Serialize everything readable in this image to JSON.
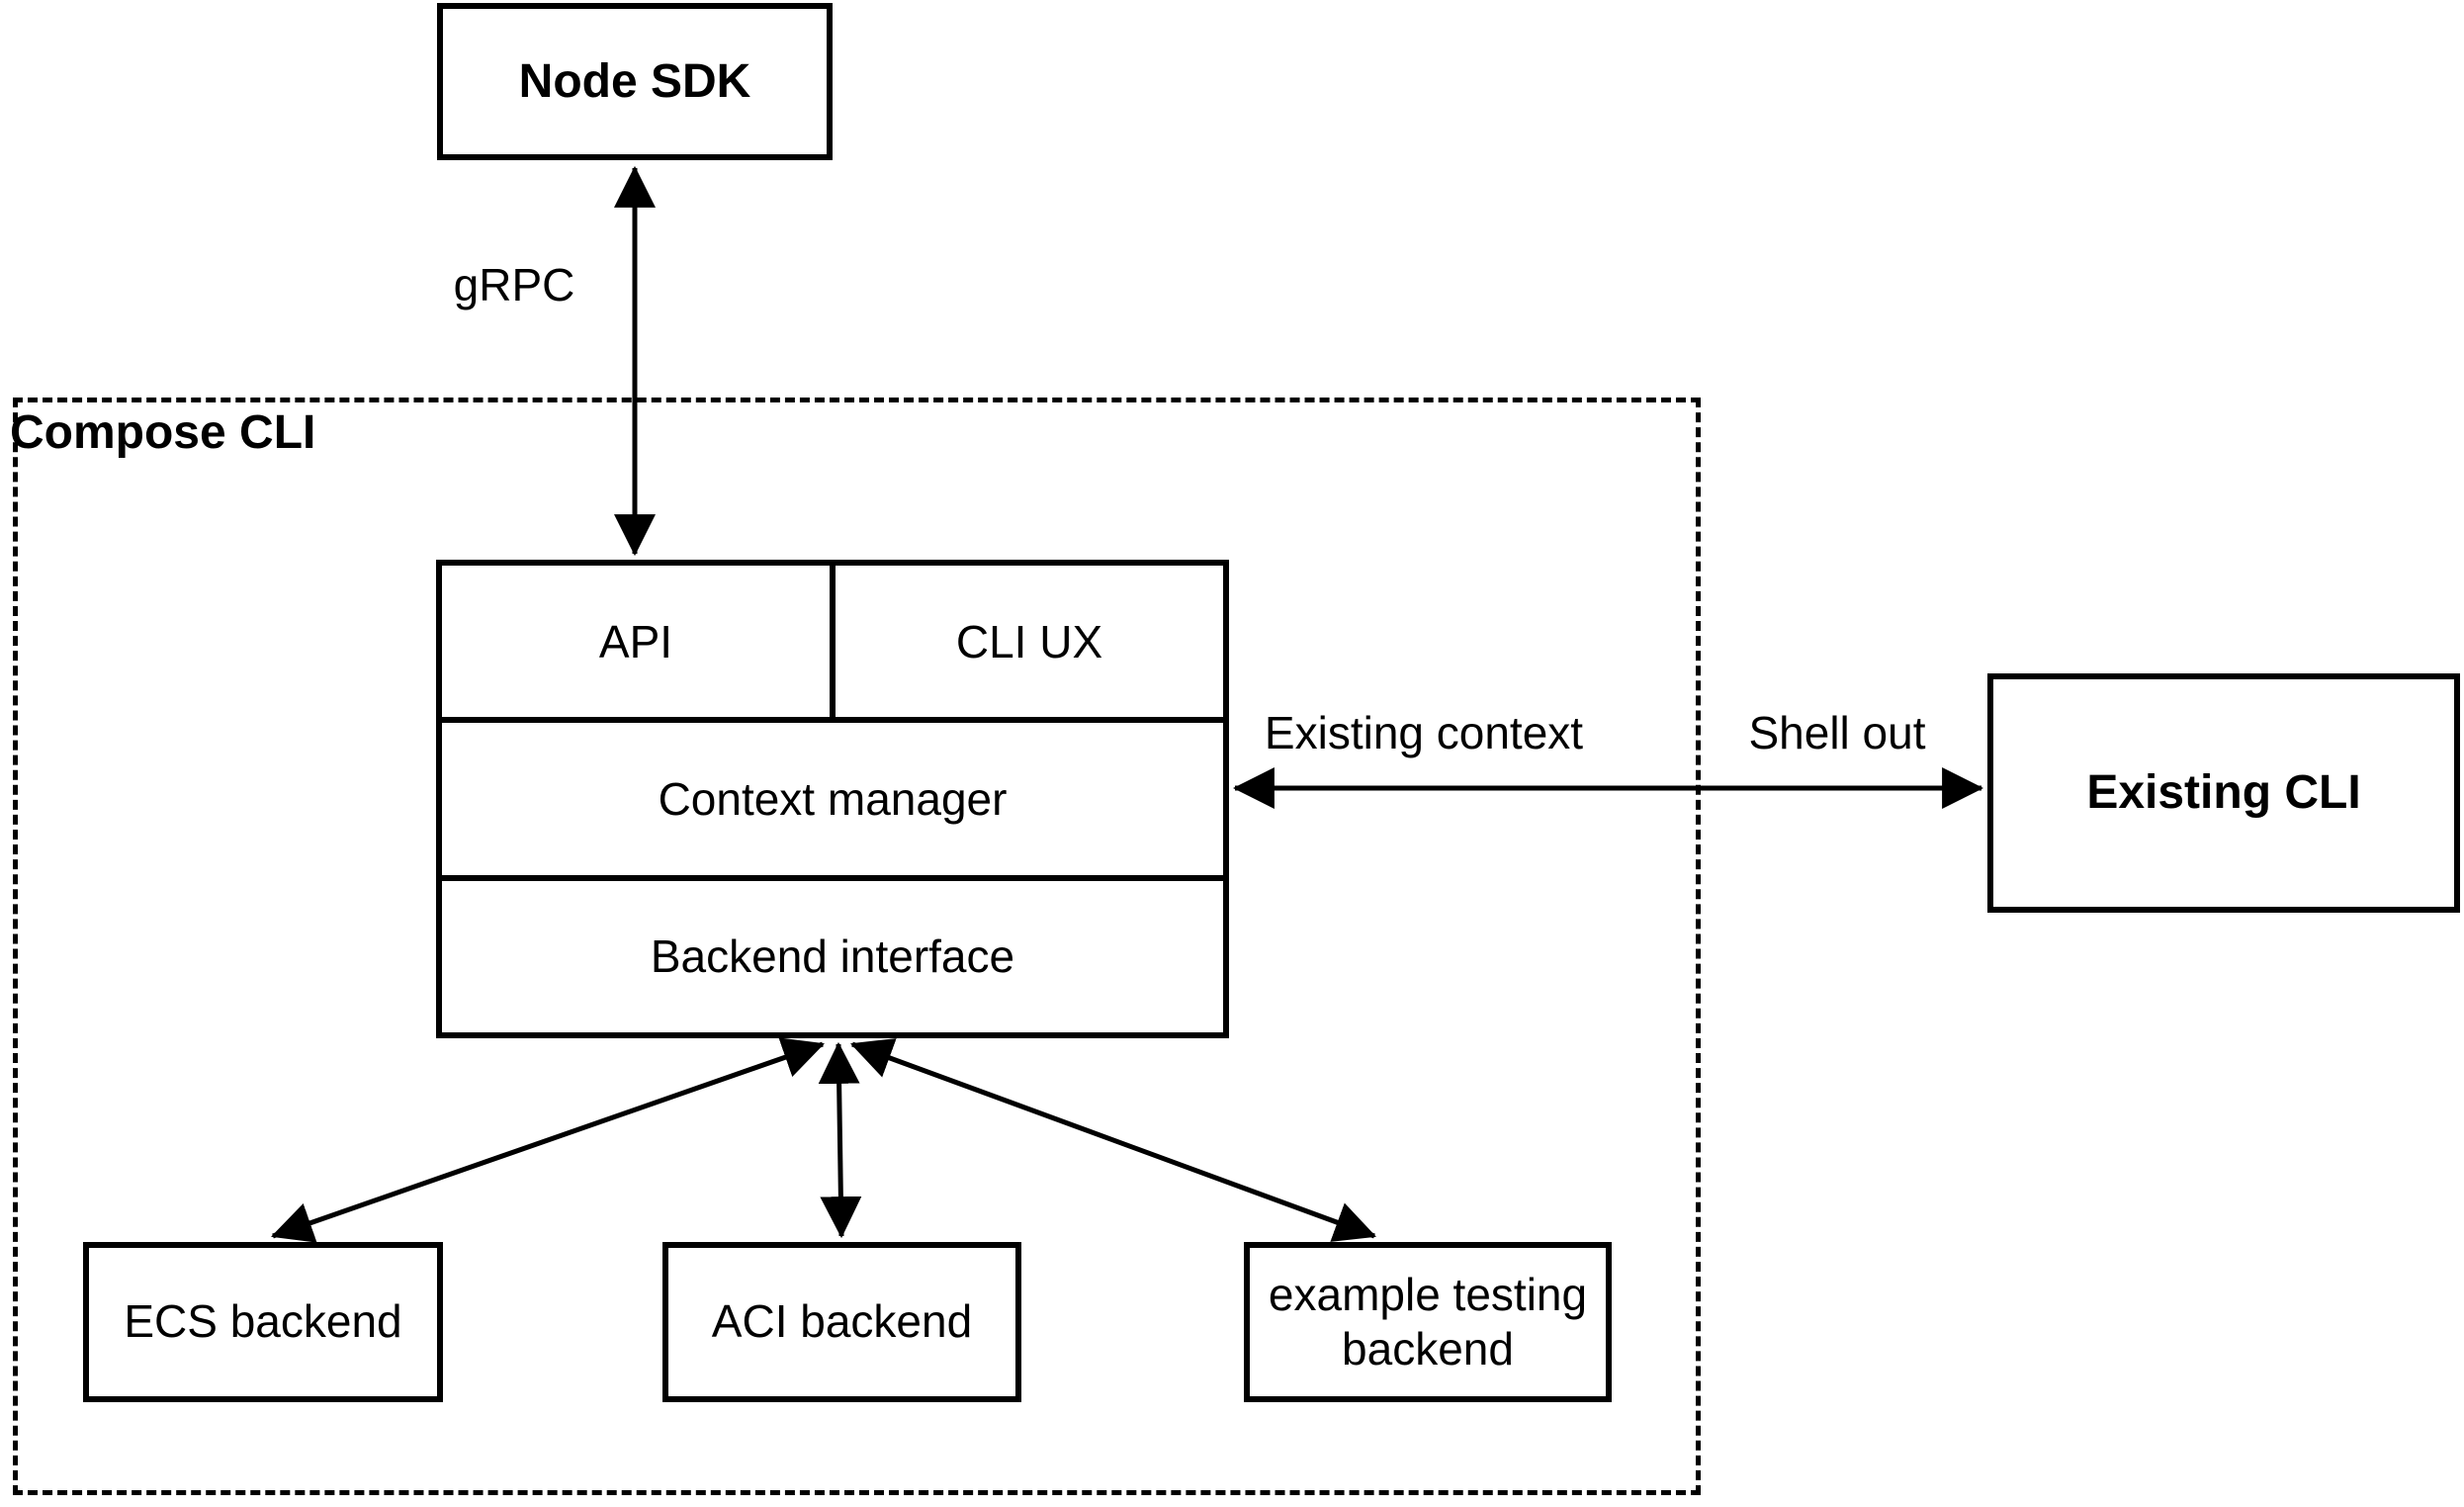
{
  "colors": {
    "stroke": "#000000",
    "background": "#ffffff"
  },
  "container": {
    "label": "Compose CLI"
  },
  "nodes": {
    "node_sdk": "Node SDK",
    "api": "API",
    "cli_ux": "CLI UX",
    "context_manager": "Context manager",
    "backend_interface": "Backend interface",
    "existing_cli": "Existing CLI",
    "ecs_backend": "ECS backend",
    "aci_backend": "ACI backend",
    "example_testing_backend": "example testing backend"
  },
  "edges": {
    "grpc": "gRPC",
    "existing_context": "Existing context",
    "shell_out": "Shell out"
  }
}
